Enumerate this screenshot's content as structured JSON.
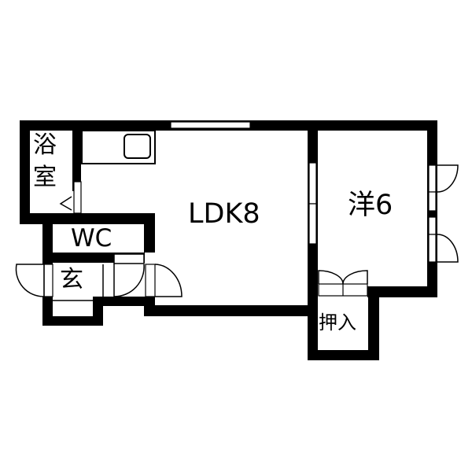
{
  "floorplan": {
    "rooms": [
      {
        "id": "bath",
        "label": "浴室",
        "label_line1": "浴",
        "label_line2": "室"
      },
      {
        "id": "wc",
        "label": "WC"
      },
      {
        "id": "entrance",
        "label": "玄"
      },
      {
        "id": "ldk",
        "label": "LDK8"
      },
      {
        "id": "western",
        "label": "洋6"
      },
      {
        "id": "closet",
        "label": "押入"
      }
    ],
    "colors": {
      "wall": "#000000",
      "background": "#ffffff"
    }
  }
}
